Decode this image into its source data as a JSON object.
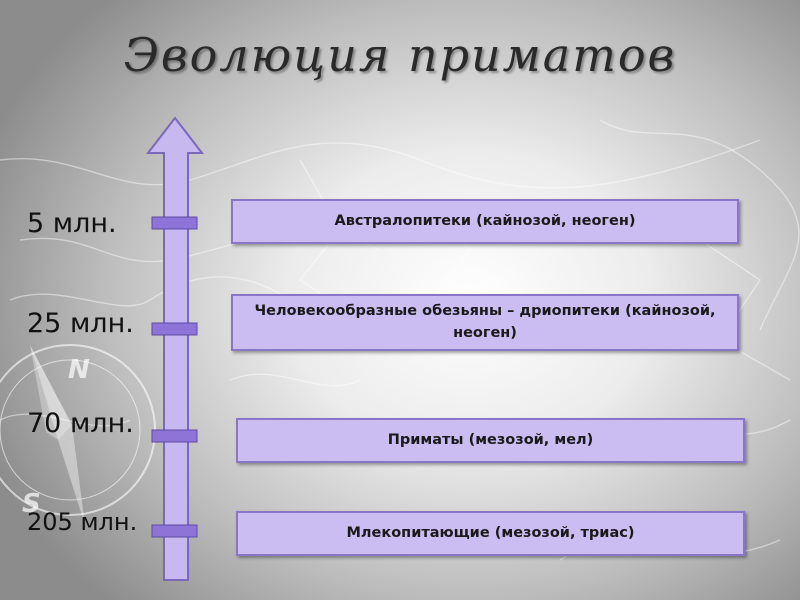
{
  "title": "Эволюция приматов",
  "timeline": [
    {
      "time": "5 млн.",
      "event": "Австралопитеки (кайнозой, неоген)"
    },
    {
      "time": "25 млн.",
      "event": "Человекообразные обезьяны – дриопитеки (кайнозой, неоген)"
    },
    {
      "time": "70 млн.",
      "event": "Приматы (мезозой, мел)"
    },
    {
      "time": "205 млн.",
      "event": "Млекопитающие (мезозой, триас)"
    }
  ],
  "compass": {
    "north": "N",
    "south": "S"
  },
  "colors": {
    "box_fill": "#cbbcf2",
    "box_border": "#8a76c6",
    "arrow_fill": "#c7b8ef",
    "tick_fill": "#8e74d6"
  }
}
